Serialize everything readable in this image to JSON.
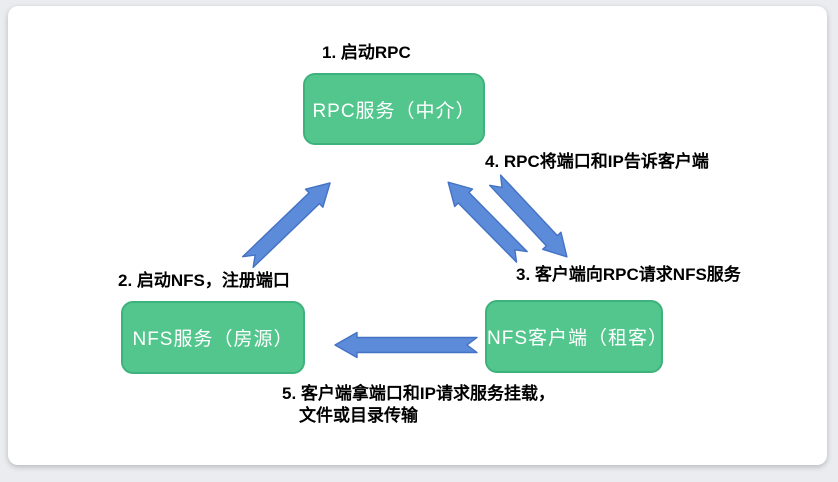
{
  "colors": {
    "page_bg": "#eaecef",
    "card_bg": "#ffffff",
    "node_fill": "#53c68d",
    "node_border": "#3eb27c",
    "node_text": "#ffffff",
    "arrow_fill": "#5b8bd9",
    "arrow_border": "#4472c4",
    "label_text": "#000000"
  },
  "nodes": {
    "rpc": {
      "label": "RPC服务（中介）"
    },
    "nfs_server": {
      "label": "NFS服务（房源）"
    },
    "nfs_client": {
      "label": "NFS客户端（租客）"
    }
  },
  "steps": {
    "step1": "1. 启动RPC",
    "step2": "2. 启动NFS，注册端口",
    "step3": "3. 客户端向RPC请求NFS服务",
    "step4": "4. RPC将端口和IP告诉客户端",
    "step5_line1": "5. 客户端拿端口和IP请求服务挂载，",
    "step5_line2": "文件或目录传输"
  },
  "arrows": [
    {
      "name": "arrow-nfs-server-to-rpc",
      "direction": "up-right"
    },
    {
      "name": "arrow-nfs-client-to-rpc",
      "direction": "up-left"
    },
    {
      "name": "arrow-rpc-to-nfs-client",
      "direction": "down-right"
    },
    {
      "name": "arrow-nfs-client-to-nfs-server",
      "direction": "left"
    }
  ]
}
